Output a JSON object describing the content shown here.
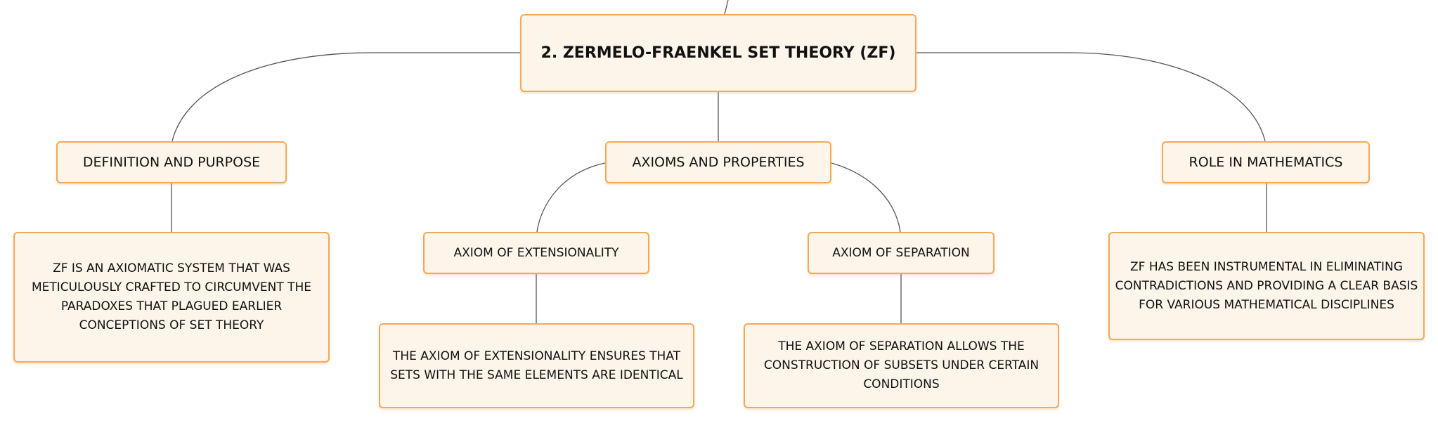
{
  "root": {
    "label": "2. ZERMELO-FRAENKEL SET THEORY (ZF)"
  },
  "definition": {
    "label": "DEFINITION AND PURPOSE",
    "detail": "ZF IS AN AXIOMATIC SYSTEM THAT WAS METICULOUSLY CRAFTED TO CIRCUMVENT THE PARADOXES THAT PLAGUED EARLIER CONCEPTIONS OF SET THEORY"
  },
  "axioms": {
    "label": "AXIOMS AND PROPERTIES",
    "extensionality": {
      "label": "AXIOM OF EXTENSIONALITY",
      "detail": "THE AXIOM OF EXTENSIONALITY ENSURES THAT SETS WITH THE SAME ELEMENTS ARE IDENTICAL"
    },
    "separation": {
      "label": "AXIOM OF SEPARATION",
      "detail": "THE AXIOM OF SEPARATION ALLOWS THE CONSTRUCTION OF SUBSETS UNDER CERTAIN CONDITIONS"
    }
  },
  "role": {
    "label": "ROLE IN MATHEMATICS",
    "detail": "ZF HAS BEEN INSTRUMENTAL IN ELIMINATING CONTRADICTIONS AND PROVIDING A CLEAR BASIS FOR VARIOUS MATHEMATICAL DISCIPLINES"
  },
  "colors": {
    "border": "#f3a95a",
    "fill": "#fdf4ea",
    "connector": "#555555"
  }
}
